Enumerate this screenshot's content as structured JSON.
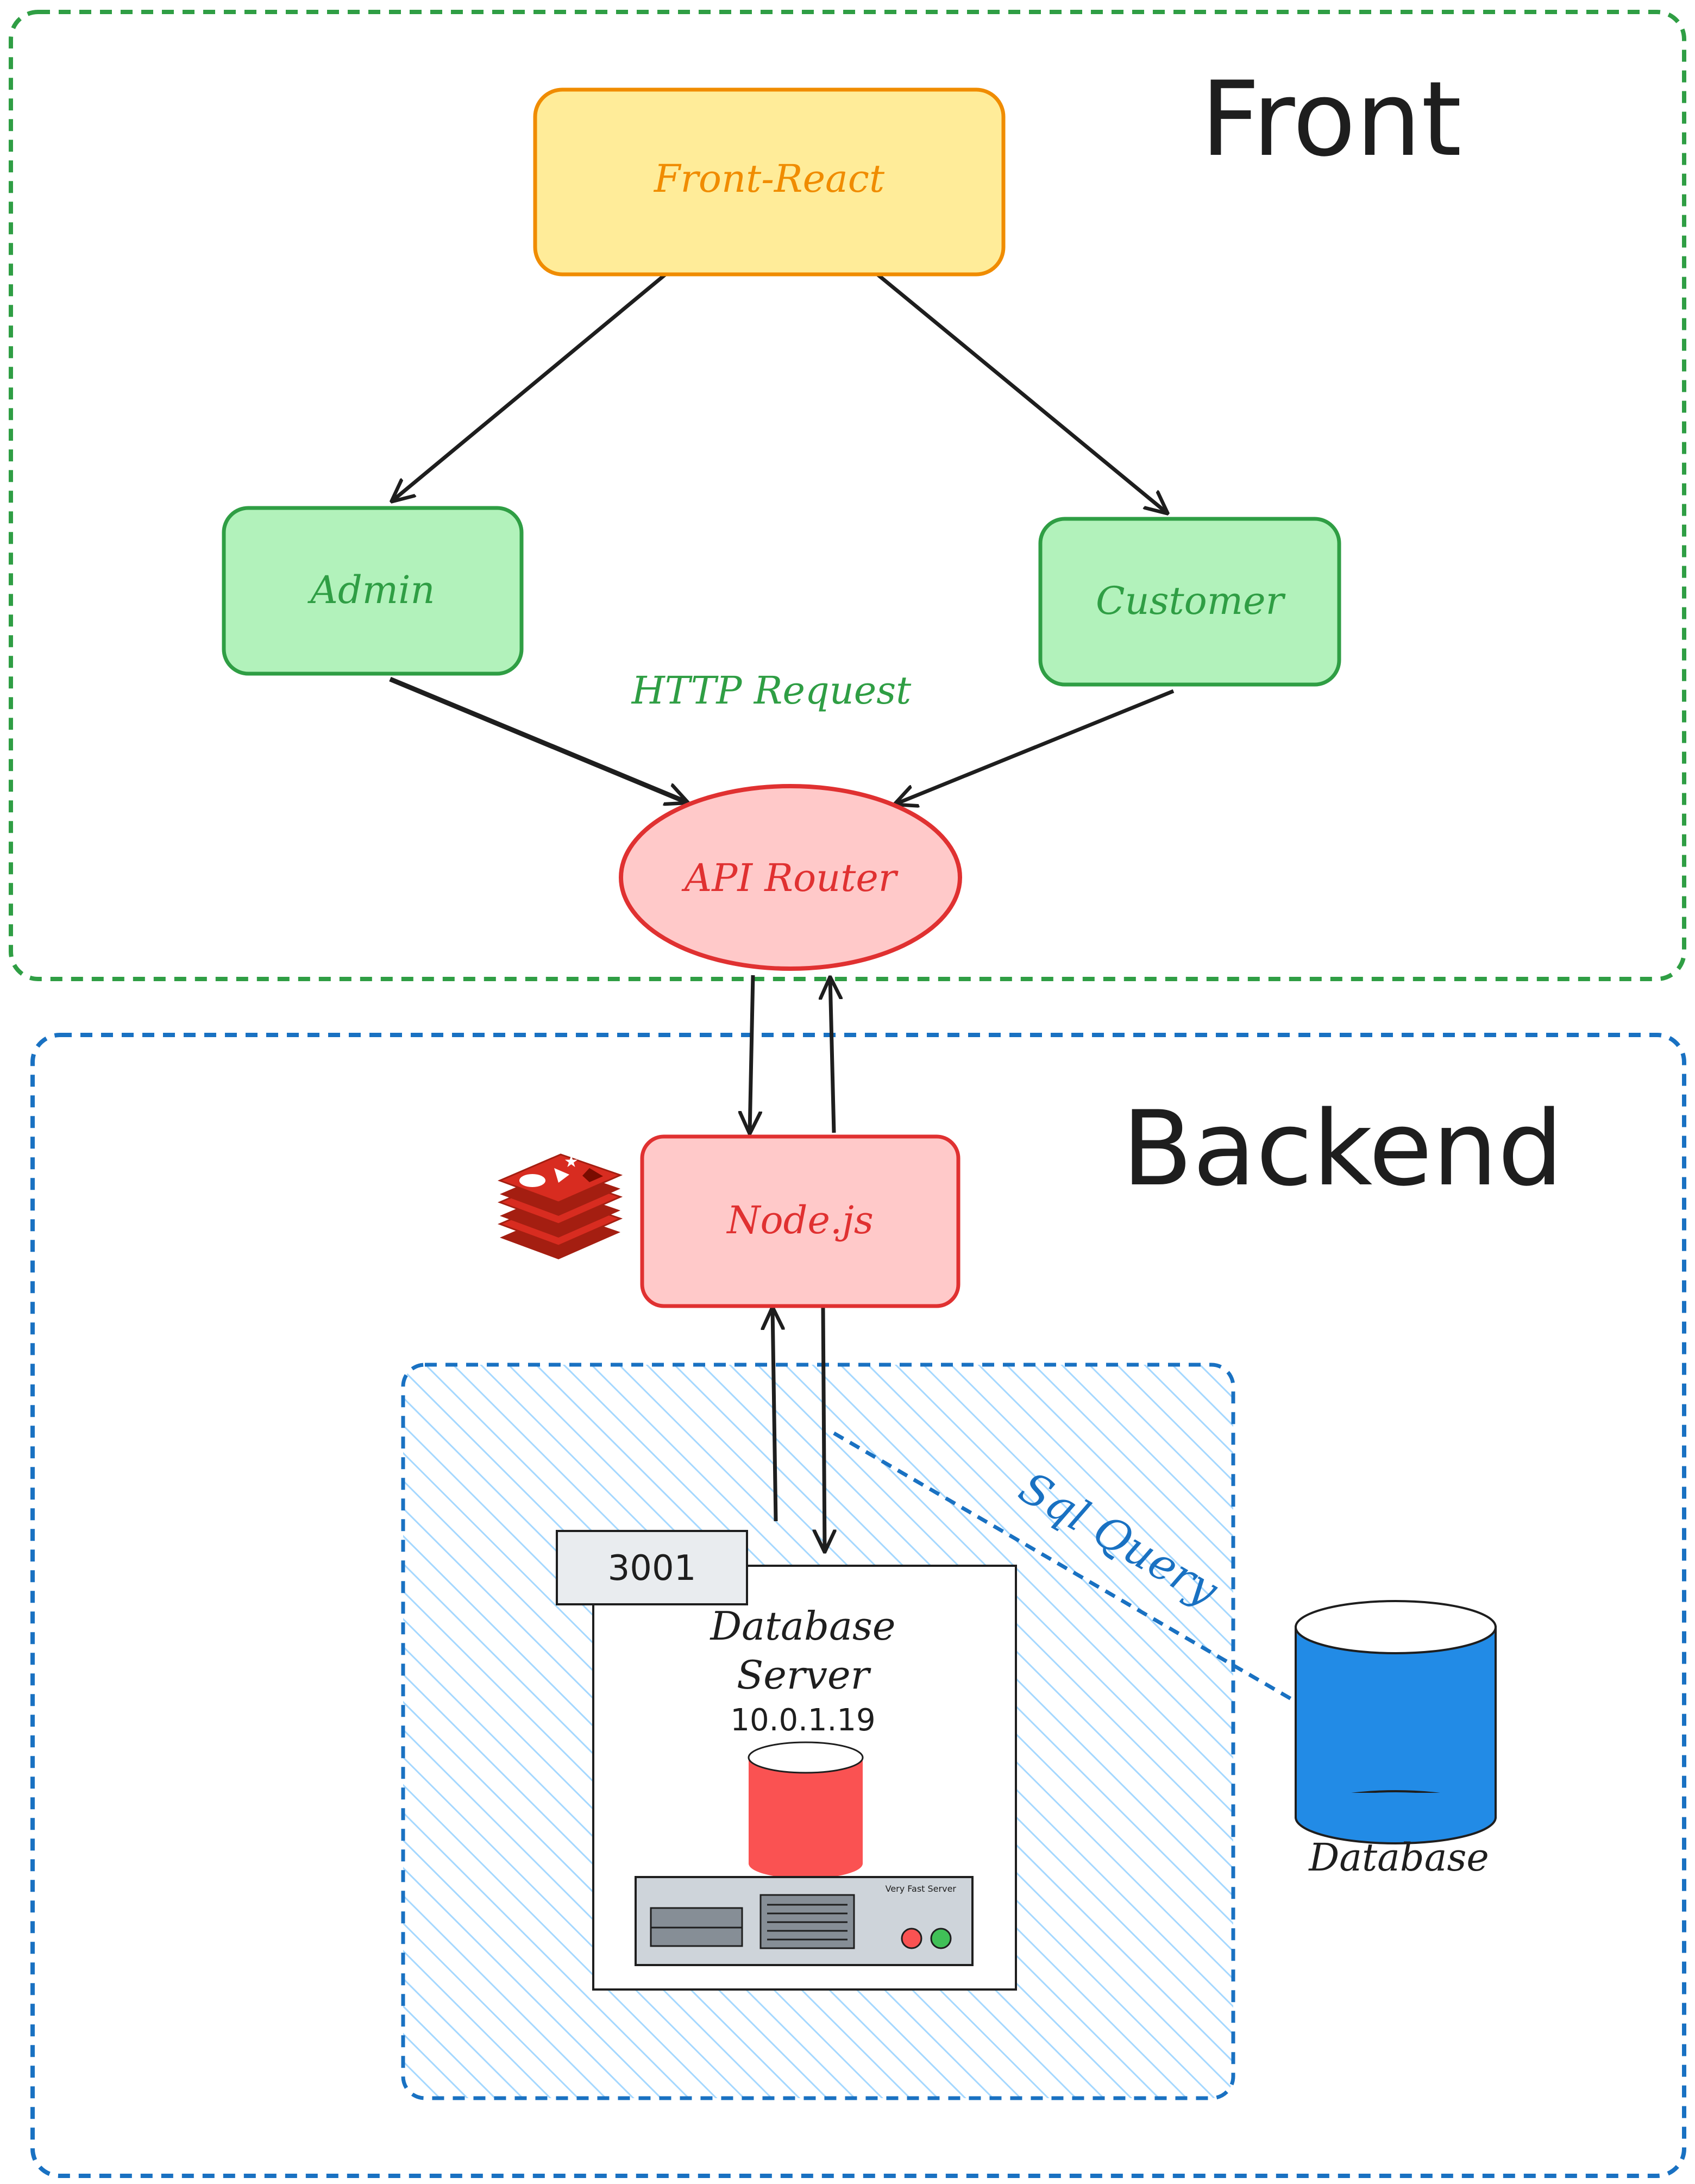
{
  "sections": {
    "front": {
      "title": "Front"
    },
    "backend": {
      "title": "Backend"
    }
  },
  "nodes": {
    "front_react": {
      "label": "Front-React"
    },
    "admin": {
      "label": "Admin"
    },
    "customer": {
      "label": "Customer"
    },
    "api_router": {
      "label": "API Router"
    },
    "node_js": {
      "label": "Node.js"
    },
    "database": {
      "label": "Database"
    }
  },
  "edge_labels": {
    "http_request": "HTTP Request",
    "sql_query": "Sql Query"
  },
  "server": {
    "port": "3001",
    "title_line1": "Database",
    "title_line2": "Server",
    "ip": "10.0.1.19",
    "rack_label": "Very Fast Server"
  },
  "icons": {
    "redis": "redis-stack-icon",
    "server_rack": "server-rack-icon",
    "db_cylinder": "database-cylinder-icon"
  },
  "colors": {
    "front_border": "#2f9e44",
    "backend_border": "#1971c2",
    "front_react_fill": "#ffec99",
    "front_react_stroke": "#f08c00",
    "green_fill": "#b2f2bb",
    "green_stroke": "#2f9e44",
    "red_fill": "#ffc9c9",
    "red_stroke": "#e03131",
    "db_blue": "#228be6",
    "db_red": "#fa5252",
    "hatch": "#a5d8ff"
  }
}
